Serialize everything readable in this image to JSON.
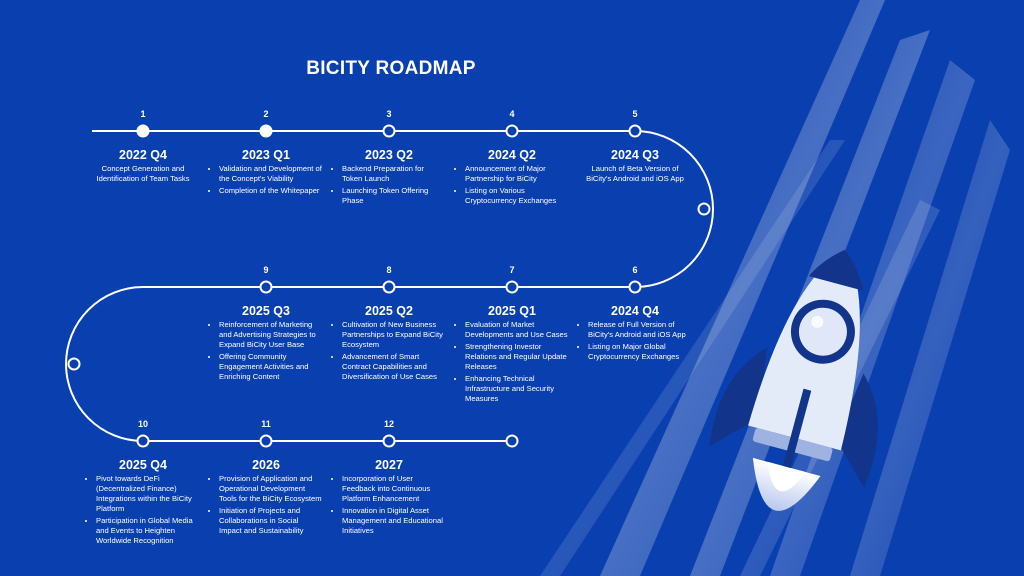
{
  "title": "BICITY ROADMAP",
  "colors": {
    "background": "#0a3fb0",
    "line": "#ffffff",
    "rocket_body": "#e4ebf8",
    "rocket_fin": "#12348a"
  },
  "milestones": [
    {
      "num": "1",
      "period": "2022 Q4",
      "text": "Concept Generation and Identification of Team Tasks",
      "bullets": []
    },
    {
      "num": "2",
      "period": "2023 Q1",
      "bullets": [
        "Validation and Development of the Concept's Viability",
        "Completion of the Whitepaper"
      ]
    },
    {
      "num": "3",
      "period": "2023 Q2",
      "bullets": [
        "Backend Preparation for Token Launch",
        "Launching Token Offering Phase"
      ]
    },
    {
      "num": "4",
      "period": "2024 Q2",
      "bullets": [
        "Announcement of Major Partnership for BiCity",
        "Listing on Various Cryptocurrency Exchanges"
      ]
    },
    {
      "num": "5",
      "period": "2024 Q3",
      "text": "Launch of Beta Version of BiCity's Android and iOS App",
      "bullets": []
    },
    {
      "num": "6",
      "period": "2024 Q4",
      "bullets": [
        "Release of Full Version of BiCity's Android and iOS App",
        "Listing on Major Global Cryptocurrency Exchanges"
      ]
    },
    {
      "num": "7",
      "period": "2025 Q1",
      "bullets": [
        "Evaluation of Market Developments and Use Cases",
        "Strengthening Investor Relations and Regular Update Releases",
        "Enhancing Technical Infrastructure and Security Measures"
      ]
    },
    {
      "num": "8",
      "period": "2025 Q2",
      "bullets": [
        "Cultivation of New Business Partnerships to Expand BiCity Ecosystem",
        "Advancement of Smart Contract Capabilities and Diversification of Use Cases"
      ]
    },
    {
      "num": "9",
      "period": "2025 Q3",
      "bullets": [
        "Reinforcement of Marketing and Advertising Strategies to Expand BiCity User Base",
        "Offering Community Engagement Activities and Enriching Content"
      ]
    },
    {
      "num": "10",
      "period": "2025 Q4",
      "bullets": [
        "Pivot towards DeFi (Decentralized Finance) Integrations within the BiCity Platform",
        "Participation in Global Media and Events to Heighten Worldwide Recognition"
      ]
    },
    {
      "num": "11",
      "period": "2026",
      "bullets": [
        "Provision of Application and Operational Development Tools for the BiCity Ecosystem",
        "Initiation of Projects and Collaborations in Social Impact and Sustainability"
      ]
    },
    {
      "num": "12",
      "period": "2027",
      "bullets": [
        "Incorporation of User Feedback into Continuous Platform Enhancement",
        "Innovation in Digital Asset Management and Educational Initiatives"
      ]
    }
  ]
}
